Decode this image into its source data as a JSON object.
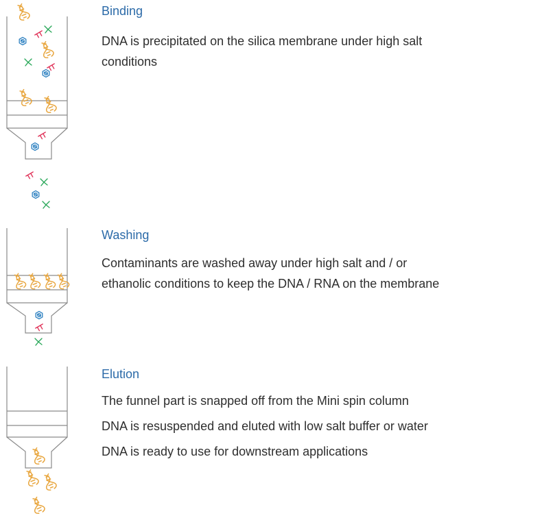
{
  "colors": {
    "title": "#2b6aa8",
    "body_text": "#2e2e2e",
    "column_outline": "#8a8a8a",
    "dna": "#e8a53c",
    "contaminant_blue": "#2a7fc0",
    "contaminant_red": "#e0345a",
    "contaminant_green": "#2aa85a"
  },
  "steps": [
    {
      "title": "Binding",
      "lines": [
        "DNA is precipitated on the silica membrane under high salt",
        "conditions"
      ]
    },
    {
      "title": "Washing",
      "lines": [
        "Contaminants are washed away under high salt and / or",
        "ethanolic conditions to keep the DNA / RNA on the membrane"
      ]
    },
    {
      "title": "Elution",
      "lines": [
        "The funnel part is snapped off from the Mini spin column",
        "DNA is resuspended and eluted with low salt buffer or water",
        "DNA is ready to use for downstream applications"
      ]
    }
  ],
  "icons": {
    "column": "spin-column-icon",
    "dna": "dna-helix-icon",
    "contaminant_hex": "protein-hexagon-icon",
    "contaminant_fork": "salt-fork-icon",
    "contaminant_y": "y-molecule-icon"
  }
}
